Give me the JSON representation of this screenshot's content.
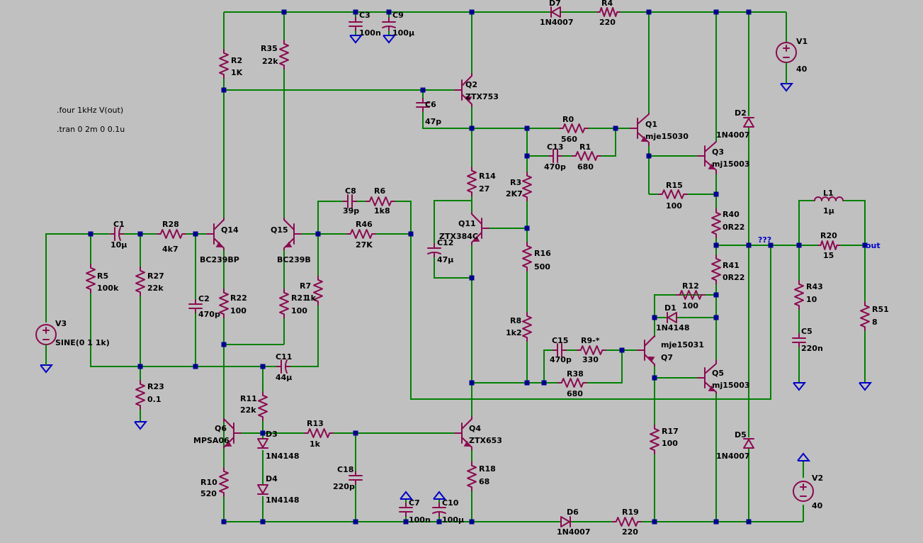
{
  "directives": [
    ".four 1kHz V(out)",
    ".tran 0 2m 0 0.1u"
  ],
  "net_labels": {
    "out": "out",
    "unnamed": "???"
  },
  "components": {
    "V1": {
      "ref": "V1",
      "value": "40"
    },
    "V2": {
      "ref": "V2",
      "value": "40"
    },
    "V3": {
      "ref": "V3",
      "value": "SINE(0 1 1k)"
    },
    "C1": {
      "ref": "C1",
      "value": "10µ"
    },
    "C2": {
      "ref": "C2",
      "value": "470p"
    },
    "C3": {
      "ref": "C3",
      "value": "100n"
    },
    "C5": {
      "ref": "C5",
      "value": "220n"
    },
    "C6": {
      "ref": "C6",
      "value": "47p"
    },
    "C7": {
      "ref": "C7",
      "value": "100n"
    },
    "C8": {
      "ref": "C8",
      "value": "39p"
    },
    "C9": {
      "ref": "C9",
      "value": "100µ"
    },
    "C10": {
      "ref": "C10",
      "value": "100µ"
    },
    "C11": {
      "ref": "C11",
      "value": "44µ"
    },
    "C12": {
      "ref": "C12",
      "value": "47µ"
    },
    "C13": {
      "ref": "C13",
      "value": "470p"
    },
    "C15": {
      "ref": "C15",
      "value": "470p"
    },
    "C18": {
      "ref": "C18",
      "value": "220p"
    },
    "R0": {
      "ref": "R0",
      "value": "560"
    },
    "R1": {
      "ref": "R1",
      "value": "680"
    },
    "R2": {
      "ref": "R2",
      "value": "1K"
    },
    "R3": {
      "ref": "R3",
      "value": "2K7"
    },
    "R4": {
      "ref": "R4",
      "value": "220"
    },
    "R5": {
      "ref": "R5",
      "value": "100k"
    },
    "R6": {
      "ref": "R6",
      "value": "1k8"
    },
    "R7": {
      "ref": "R7",
      "value": "1k"
    },
    "R8": {
      "ref": "R8",
      "value": "1k2"
    },
    "R9": {
      "ref": "R9-*",
      "value": "330"
    },
    "R10": {
      "ref": "R10",
      "value": "520"
    },
    "R11": {
      "ref": "R11",
      "value": "22k"
    },
    "R12": {
      "ref": "R12",
      "value": "100"
    },
    "R13": {
      "ref": "R13",
      "value": "1k"
    },
    "R14": {
      "ref": "R14",
      "value": "27"
    },
    "R15": {
      "ref": "R15",
      "value": "100"
    },
    "R16": {
      "ref": "R16",
      "value": "500"
    },
    "R17": {
      "ref": "R17",
      "value": "100"
    },
    "R18": {
      "ref": "R18",
      "value": "68"
    },
    "R19": {
      "ref": "R19",
      "value": "220"
    },
    "R20": {
      "ref": "R20",
      "value": "15"
    },
    "R21": {
      "ref": "R21",
      "value": "100"
    },
    "R22": {
      "ref": "R22",
      "value": "100"
    },
    "R23": {
      "ref": "R23",
      "value": "0.1"
    },
    "R27": {
      "ref": "R27",
      "value": "22k"
    },
    "R28": {
      "ref": "R28",
      "value": "4k7"
    },
    "R35": {
      "ref": "R35",
      "value": "22k"
    },
    "R38": {
      "ref": "R38",
      "value": "680"
    },
    "R40": {
      "ref": "R40",
      "value": "0R22"
    },
    "R41": {
      "ref": "R41",
      "value": "0R22"
    },
    "R43": {
      "ref": "R43",
      "value": "10"
    },
    "R46": {
      "ref": "R46",
      "value": "27K"
    },
    "R51": {
      "ref": "R51",
      "value": "8"
    },
    "L1": {
      "ref": "L1",
      "value": "1µ"
    },
    "D1": {
      "ref": "D1",
      "value": "1N4148"
    },
    "D2": {
      "ref": "D2",
      "value": "1N4007"
    },
    "D3": {
      "ref": "D3",
      "value": "1N4148"
    },
    "D4": {
      "ref": "D4",
      "value": "1N4148"
    },
    "D5": {
      "ref": "D5",
      "value": "1N4007"
    },
    "D6": {
      "ref": "D6",
      "value": "1N4007"
    },
    "D7": {
      "ref": "D7",
      "value": "1N4007"
    },
    "Q1": {
      "ref": "Q1",
      "value": "mje15030"
    },
    "Q2": {
      "ref": "Q2",
      "value": "ZTX753"
    },
    "Q3": {
      "ref": "Q3",
      "value": "mj15003"
    },
    "Q4": {
      "ref": "Q4",
      "value": "ZTX653"
    },
    "Q5": {
      "ref": "Q5",
      "value": "mj15003"
    },
    "Q6": {
      "ref": "Q6",
      "value": "MPSA06"
    },
    "Q7": {
      "ref": "Q7",
      "value": "mje15031"
    },
    "Q11": {
      "ref": "Q11",
      "value": "ZTX384C"
    },
    "Q14": {
      "ref": "Q14",
      "value": "BC239BP"
    },
    "Q15": {
      "ref": "Q15",
      "value": "BC239B"
    }
  },
  "colors": {
    "wire": "#008000",
    "component": "#8b0a50",
    "junction": "#000090",
    "ground": "#0000c8",
    "background": "#c0c0c0"
  }
}
